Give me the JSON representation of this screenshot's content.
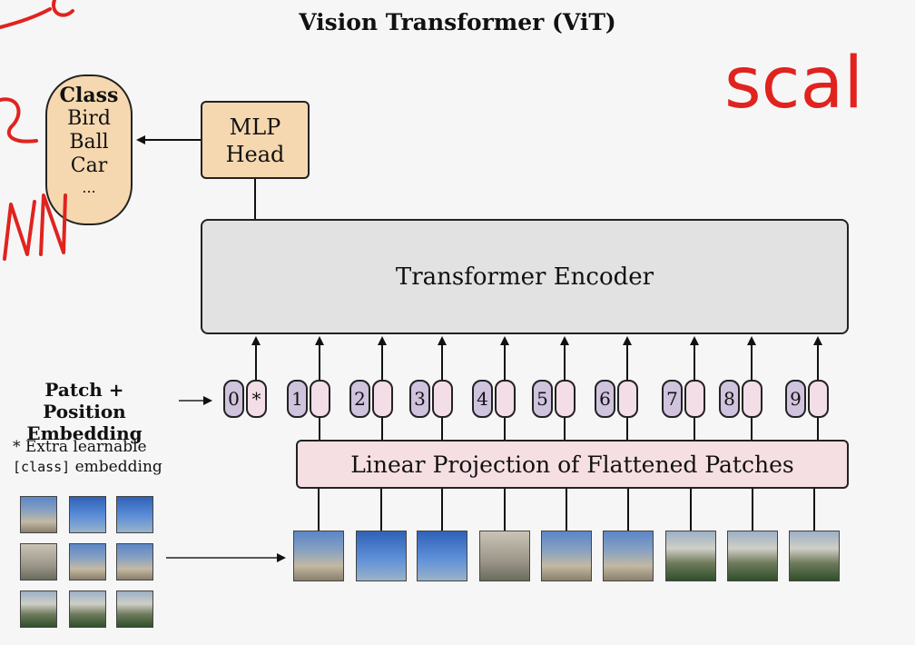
{
  "title": "Vision Transformer (ViT)",
  "class_box": {
    "header": "Class",
    "items": [
      "Bird",
      "Ball",
      "Car",
      "..."
    ]
  },
  "mlp_head": {
    "line1": "MLP",
    "line2": "Head"
  },
  "encoder_label": "Transformer Encoder",
  "projection_label": "Linear Projection of Flattened Patches",
  "embedding_label": {
    "line1": "Patch + Position",
    "line2": "Embedding"
  },
  "note": {
    "line1": "* Extra learnable",
    "line2_code": "[class]",
    "line2_rest": " embedding"
  },
  "tokens": [
    "0",
    "1",
    "2",
    "3",
    "4",
    "5",
    "6",
    "7",
    "8",
    "9"
  ],
  "class_token_symbol": "*",
  "handwriting": {
    "text": "scal"
  },
  "colors": {
    "class_fill": "#f6d8b0",
    "encoder_fill": "#e2e2e2",
    "projection_fill": "#f6dfe3",
    "position_fill": "#cfc3dd",
    "annotation_red": "#e0231f"
  }
}
